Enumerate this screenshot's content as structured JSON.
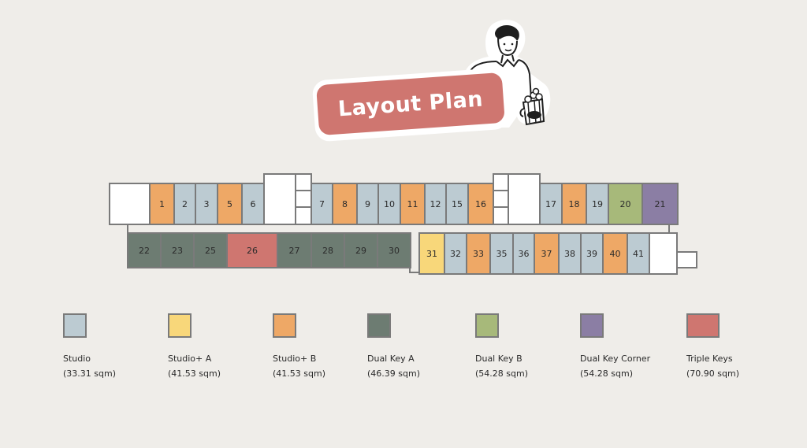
{
  "title": "Layout Plan",
  "colors": {
    "background": "#efede9",
    "title_pill": "#cf7670",
    "outline": "#7a7a7a",
    "studio": "#bccbd2",
    "studio_plus_a": "#f8d77a",
    "studio_plus_b": "#eea866",
    "dual_key_a": "#6d7c72",
    "dual_key_b": "#a7b97a",
    "dual_key_corner": "#8b7ea4",
    "triple_keys": "#cf7670",
    "blank": "#ffffff"
  },
  "units_top": [
    {
      "label": "1",
      "type": "studio_plus_b"
    },
    {
      "label": "2",
      "type": "studio"
    },
    {
      "label": "3",
      "type": "studio"
    },
    {
      "label": "5",
      "type": "studio_plus_b"
    },
    {
      "label": "6",
      "type": "studio"
    },
    {
      "label": "7",
      "type": "studio"
    },
    {
      "label": "8",
      "type": "studio_plus_b"
    },
    {
      "label": "9",
      "type": "studio"
    },
    {
      "label": "10",
      "type": "studio"
    },
    {
      "label": "11",
      "type": "studio_plus_b"
    },
    {
      "label": "12",
      "type": "studio"
    },
    {
      "label": "15",
      "type": "studio"
    },
    {
      "label": "16",
      "type": "studio_plus_b"
    },
    {
      "label": "17",
      "type": "studio"
    },
    {
      "label": "18",
      "type": "studio_plus_b"
    },
    {
      "label": "19",
      "type": "studio"
    },
    {
      "label": "20",
      "type": "dual_key_b"
    },
    {
      "label": "21",
      "type": "dual_key_corner"
    }
  ],
  "units_left": [
    {
      "label": "22",
      "type": "dual_key_a"
    },
    {
      "label": "23",
      "type": "dual_key_a"
    },
    {
      "label": "25",
      "type": "dual_key_a"
    },
    {
      "label": "26",
      "type": "triple_keys"
    },
    {
      "label": "27",
      "type": "dual_key_a"
    },
    {
      "label": "28",
      "type": "dual_key_a"
    },
    {
      "label": "29",
      "type": "dual_key_a"
    },
    {
      "label": "30",
      "type": "dual_key_a"
    }
  ],
  "units_right": [
    {
      "label": "31",
      "type": "studio_plus_a"
    },
    {
      "label": "32",
      "type": "studio"
    },
    {
      "label": "33",
      "type": "studio_plus_b"
    },
    {
      "label": "35",
      "type": "studio"
    },
    {
      "label": "36",
      "type": "studio"
    },
    {
      "label": "37",
      "type": "studio_plus_b"
    },
    {
      "label": "38",
      "type": "studio"
    },
    {
      "label": "39",
      "type": "studio"
    },
    {
      "label": "40",
      "type": "studio_plus_b"
    },
    {
      "label": "41",
      "type": "studio"
    }
  ],
  "legend": [
    {
      "name": "Studio",
      "area": "(33.31 sqm)",
      "type": "studio"
    },
    {
      "name": "Studio+ A",
      "area": "(41.53 sqm)",
      "type": "studio_plus_a"
    },
    {
      "name": "Studio+ B",
      "area": "(41.53 sqm)",
      "type": "studio_plus_b"
    },
    {
      "name": "Dual Key A",
      "area": "(46.39 sqm)",
      "type": "dual_key_a"
    },
    {
      "name": "Dual Key B",
      "area": "(54.28 sqm)",
      "type": "dual_key_b"
    },
    {
      "name": "Dual Key Corner",
      "area": "(54.28 sqm)",
      "type": "dual_key_corner"
    },
    {
      "name": "Triple Keys",
      "area": "(70.90 sqm)",
      "type": "triple_keys"
    }
  ]
}
